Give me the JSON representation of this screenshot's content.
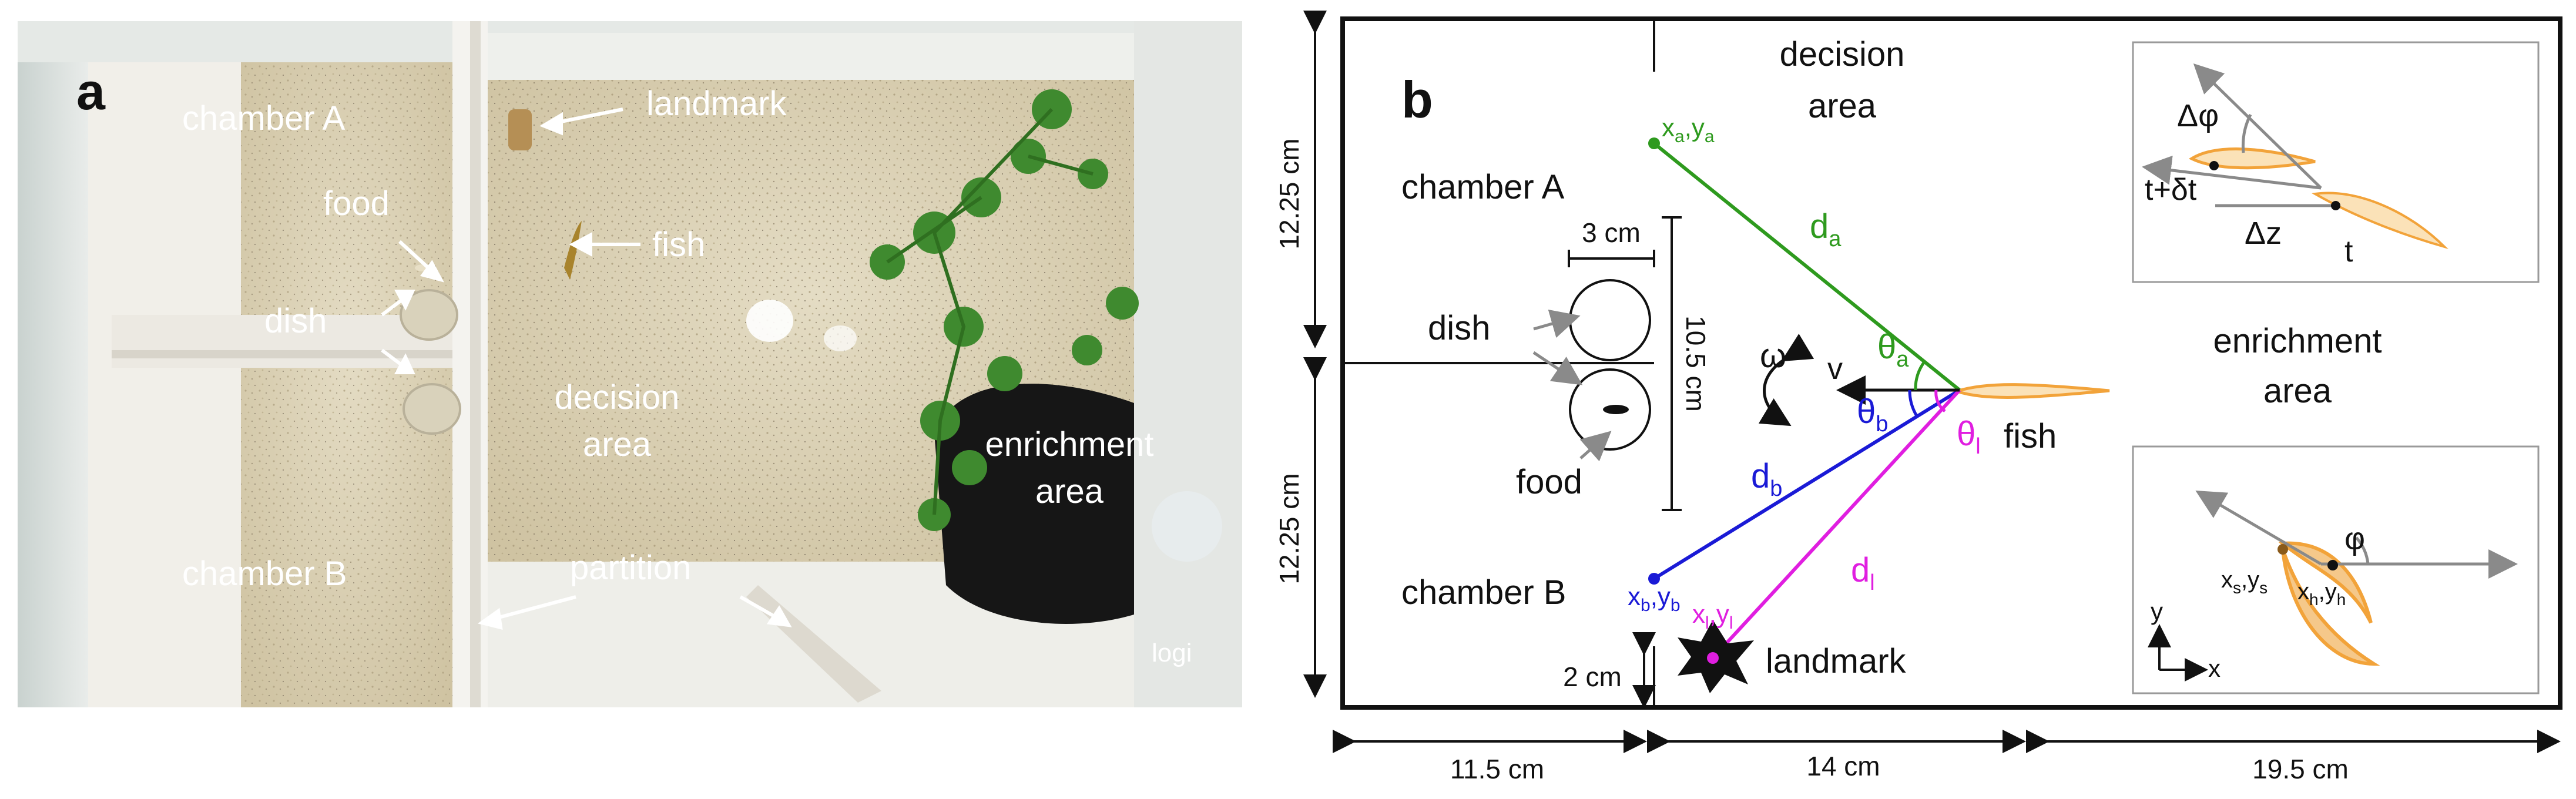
{
  "panel_a": {
    "panel_letter": "a",
    "chamber_a": "chamber A",
    "chamber_b": "chamber B",
    "food": "food",
    "dish": "dish",
    "landmark": "landmark",
    "fish": "fish",
    "decision_area_1": "decision",
    "decision_area_2": "area",
    "enrichment_area_1": "enrichment",
    "enrichment_area_2": "area",
    "partition": "partition",
    "camera_logo": "logi"
  },
  "panel_b": {
    "panel_letter": "b",
    "chamber_a": "chamber A",
    "chamber_b": "chamber B",
    "decision_area_1": "decision",
    "decision_area_2": "area",
    "enrichment_area_1": "enrichment",
    "enrichment_area_2": "area",
    "dish": "dish",
    "food": "food",
    "fish": "fish",
    "landmark": "landmark",
    "dim_chamber_height_top": "12.25 cm",
    "dim_chamber_height_bottom": "12.25 cm",
    "dim_dish_width": "3 cm",
    "dim_dish_column": "10.5 cm",
    "dim_landmark_offset": "2 cm",
    "dim_width_chambers": "11.5 cm",
    "dim_width_decision": "14 cm",
    "dim_width_enrichment": "19.5 cm",
    "vectors": {
      "d_a": "d",
      "d_a_sub": "a",
      "d_b": "d",
      "d_b_sub": "b",
      "d_l": "d",
      "d_l_sub": "l",
      "theta_a": "θ",
      "theta_a_sub": "a",
      "theta_b": "θ",
      "theta_b_sub": "b",
      "theta_l": "θ",
      "theta_l_sub": "l",
      "omega": "ω",
      "v": "v",
      "point_a": "x",
      "point_a_sub1": "a",
      "point_a_sep": ",y",
      "point_a_sub2": "a",
      "point_b": "x",
      "point_b_sub1": "b",
      "point_b_sep": ",y",
      "point_b_sub2": "b",
      "point_l": "x",
      "point_l_sub1": "l",
      "point_l_sep": ",y",
      "point_l_sub2": "l"
    },
    "inset_top": {
      "delta_phi": "Δφ",
      "t_plus": "t+δt",
      "delta_z": "Δz",
      "t": "t"
    },
    "inset_bottom": {
      "phi": "φ",
      "xs": "x",
      "xs_sub": "s",
      "ys_sep": ",y",
      "ys_sub": "s",
      "xh": "x",
      "xh_sub": "h",
      "yh_sep": ",y",
      "yh_sub": "h",
      "axis_y": "y",
      "axis_x": "x"
    }
  },
  "colors": {
    "green": "#2e9a1e",
    "blue": "#1a1ad6",
    "magenta": "#e01ee0",
    "orange": "#f2a33a",
    "gray": "#9a9a9a"
  }
}
